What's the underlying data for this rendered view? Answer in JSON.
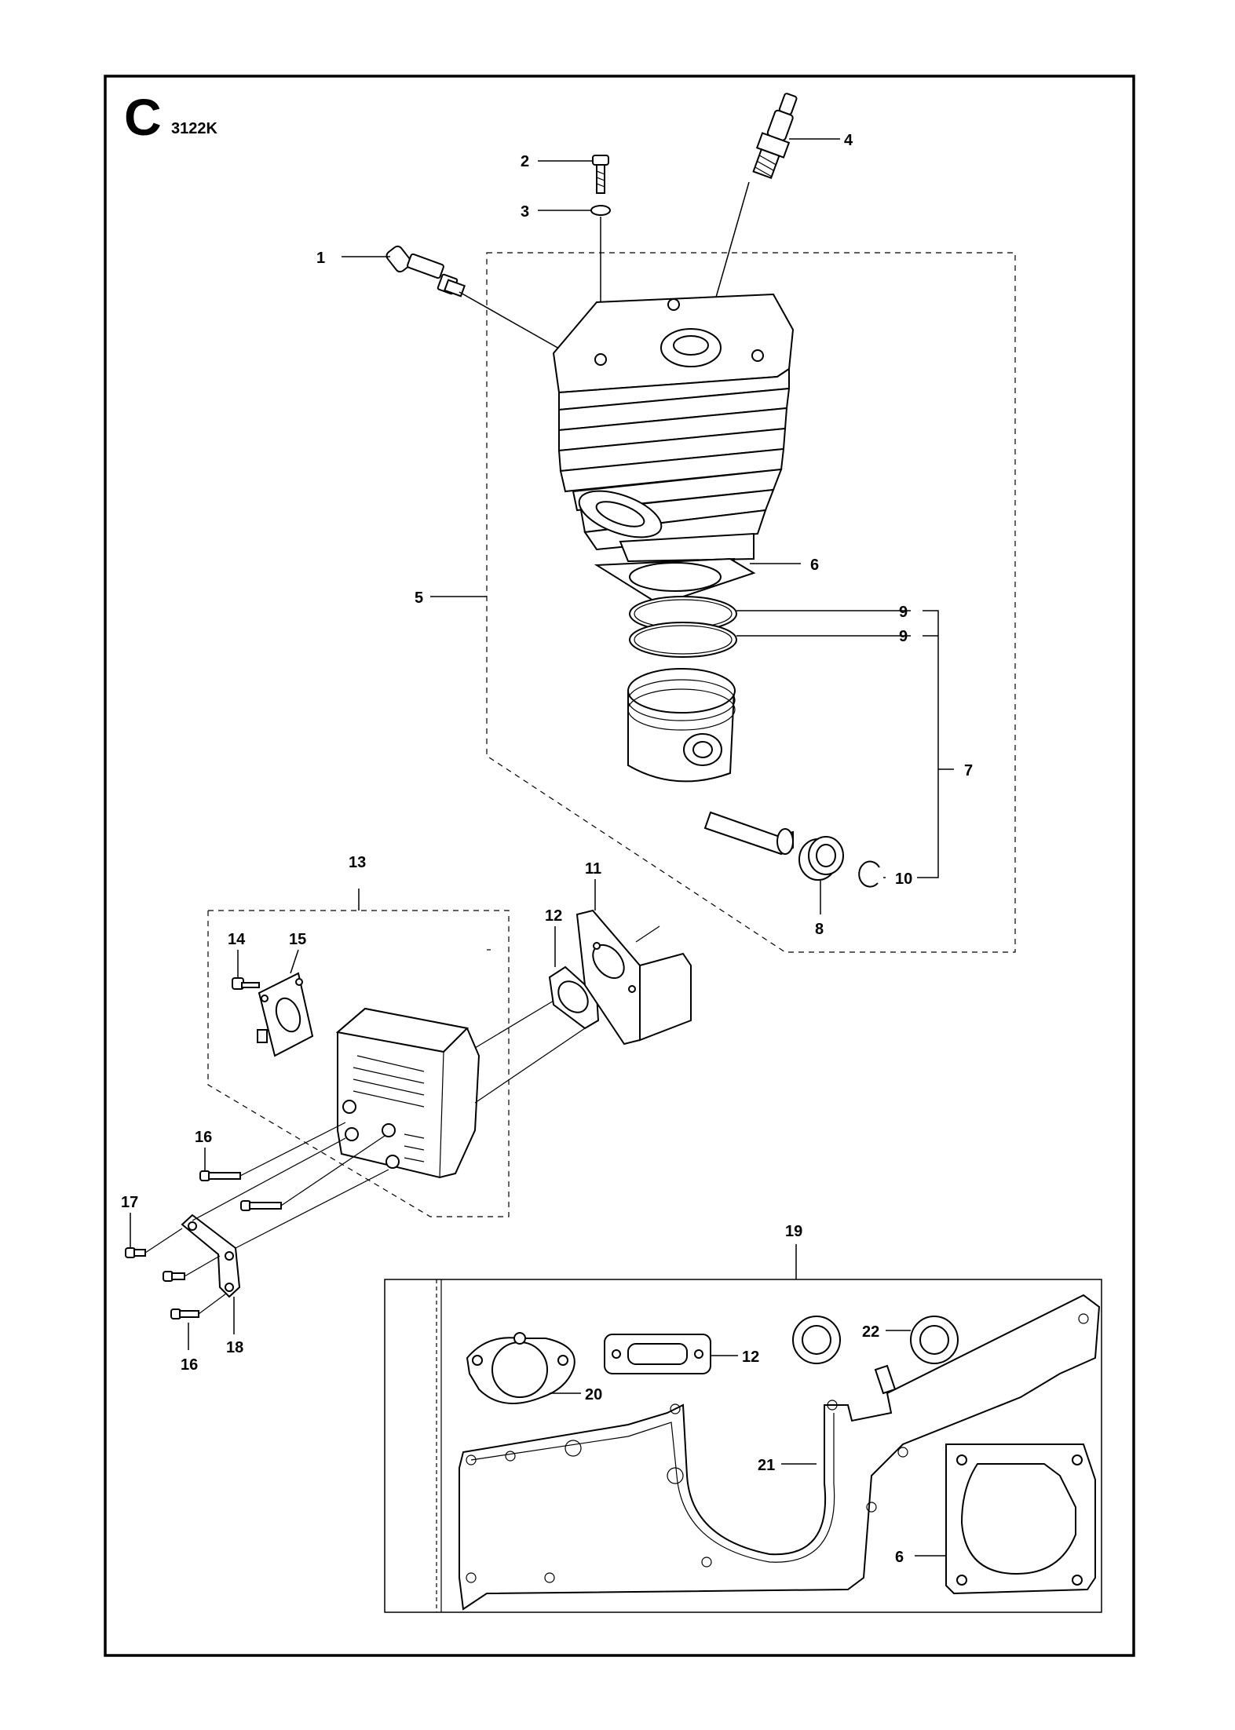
{
  "header": {
    "section_letter": "C",
    "diagram_code": "3122K"
  },
  "callouts": {
    "c1": "1",
    "c2": "2",
    "c3": "3",
    "c4": "4",
    "c5": "5",
    "c6a": "6",
    "c7": "7",
    "c8": "8",
    "c9a": "9",
    "c9b": "9",
    "c10": "10",
    "c11": "11",
    "c12a": "12",
    "c13": "13",
    "c14": "14",
    "c15": "15",
    "c16a": "16",
    "c16b": "16",
    "c17": "17",
    "c18": "18",
    "c19": "19",
    "c20": "20",
    "c21": "21",
    "c12b": "12",
    "c22": "22",
    "c6b": "6"
  }
}
